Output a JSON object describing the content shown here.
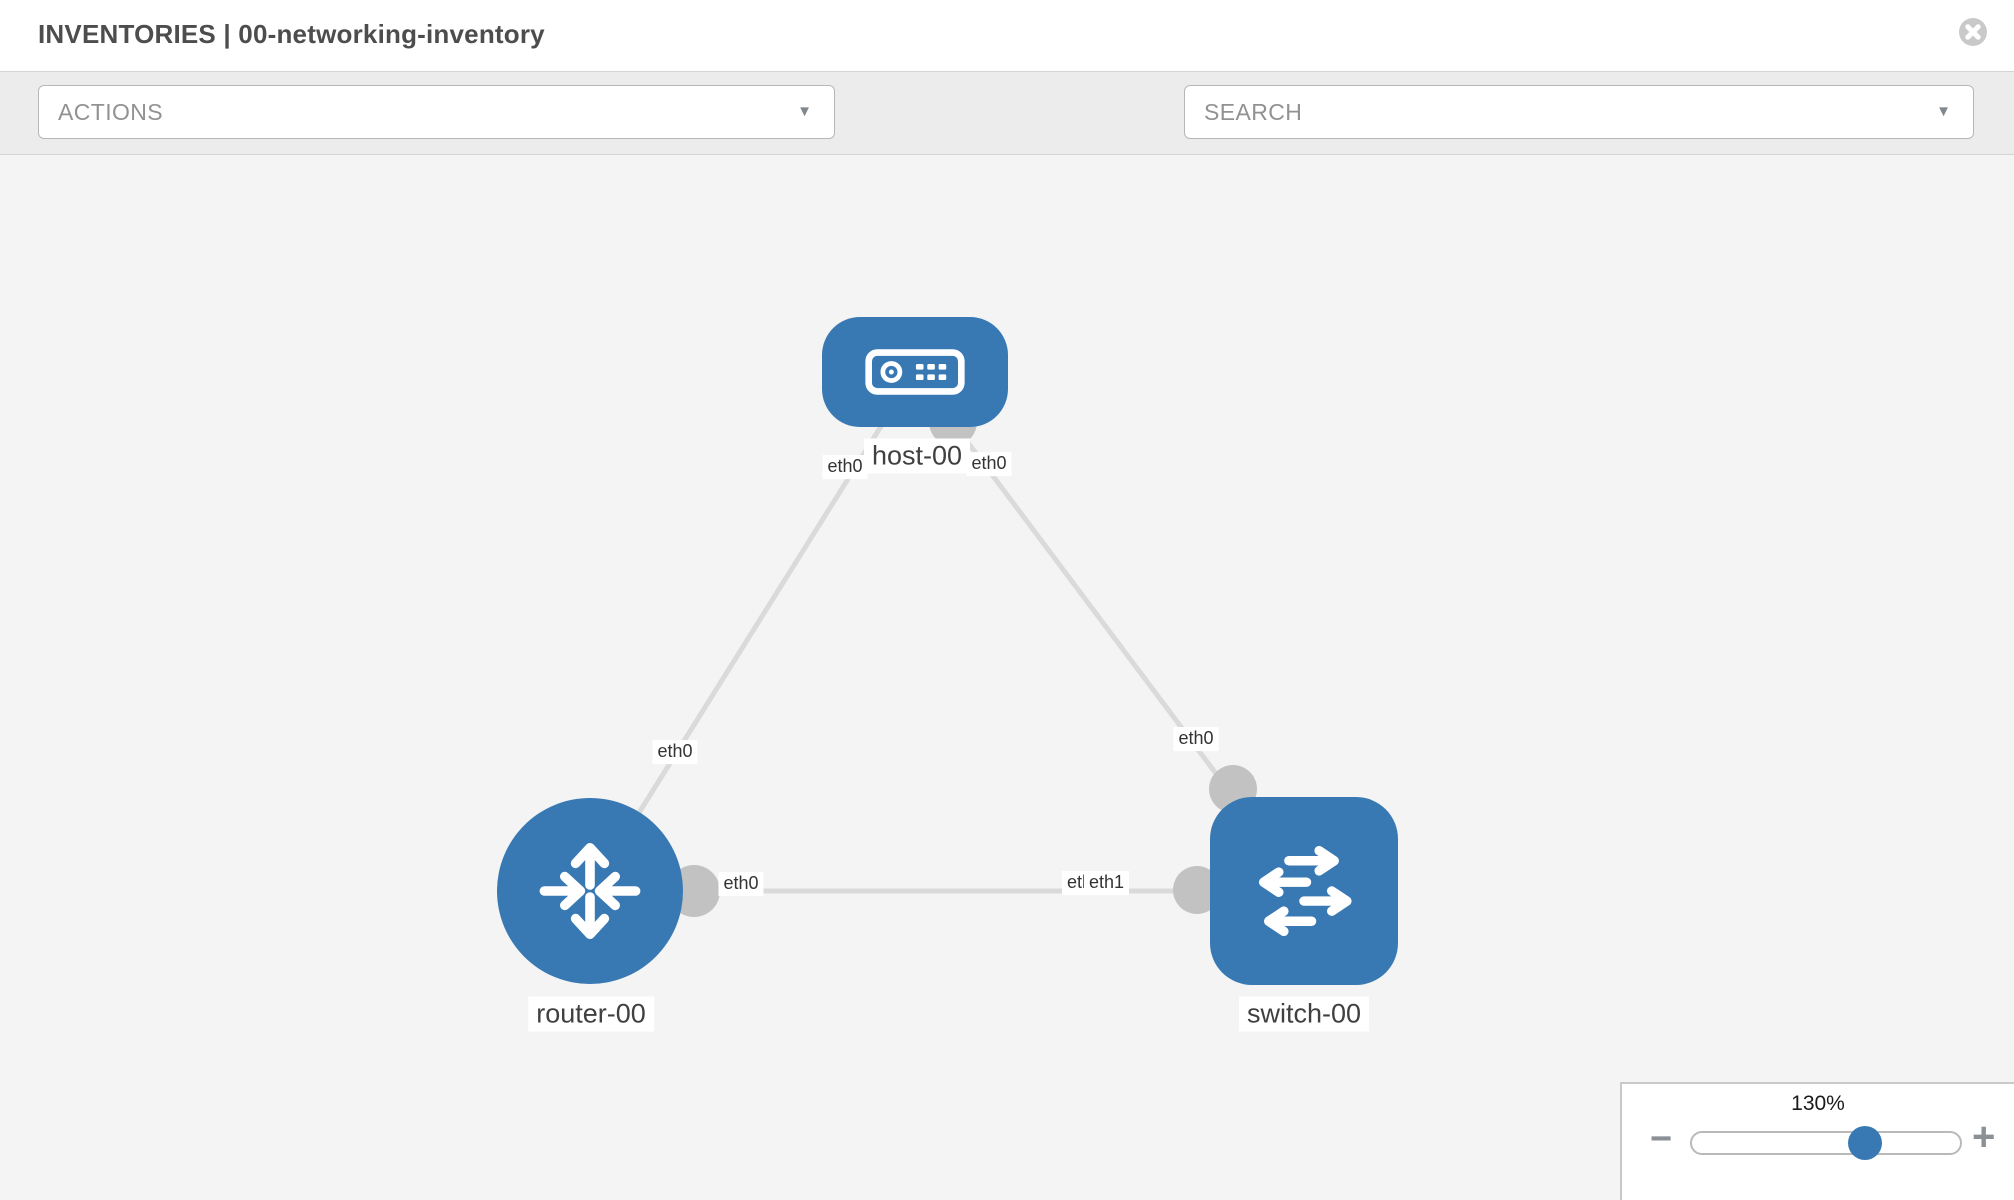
{
  "header": {
    "title": "INVENTORIES | 00-networking-inventory"
  },
  "toolbar": {
    "actions": {
      "label": "ACTIONS",
      "caret": "▼"
    },
    "search": {
      "label": "SEARCH",
      "caret": "▼"
    },
    "icons": [
      "wrench-icon",
      "key-icon"
    ]
  },
  "topology": {
    "nodes": [
      {
        "name": "host-00",
        "type": "host"
      },
      {
        "name": "router-00",
        "type": "router"
      },
      {
        "name": "switch-00",
        "type": "switch"
      }
    ],
    "links": [
      {
        "from": "host-00",
        "from_interface": "eth0",
        "to": "router-00",
        "to_interface": "eth0"
      },
      {
        "from": "host-00",
        "from_interface": "eth0",
        "to": "switch-00",
        "to_interface": "eth0"
      },
      {
        "from": "router-00",
        "from_interface": "eth0",
        "to": "switch-00",
        "to_interface": "eth1"
      }
    ],
    "interface_labels": [
      {
        "text": "eth0"
      },
      {
        "text": "eth0"
      },
      {
        "text": "eth0"
      },
      {
        "text": "eth0"
      },
      {
        "text": "eth0"
      },
      {
        "text": "eth0"
      },
      {
        "text": "eth1"
      }
    ]
  },
  "zoom_control": {
    "value": "130%",
    "percent": 130,
    "minus_label": "−",
    "plus_label": "+"
  },
  "colors": {
    "node_blue": "#3879b4",
    "link_gray": "#dadada",
    "dot_gray": "#c2c2c2",
    "canvas_bg": "#f4f4f4",
    "toolbar_bg": "#ececec"
  }
}
